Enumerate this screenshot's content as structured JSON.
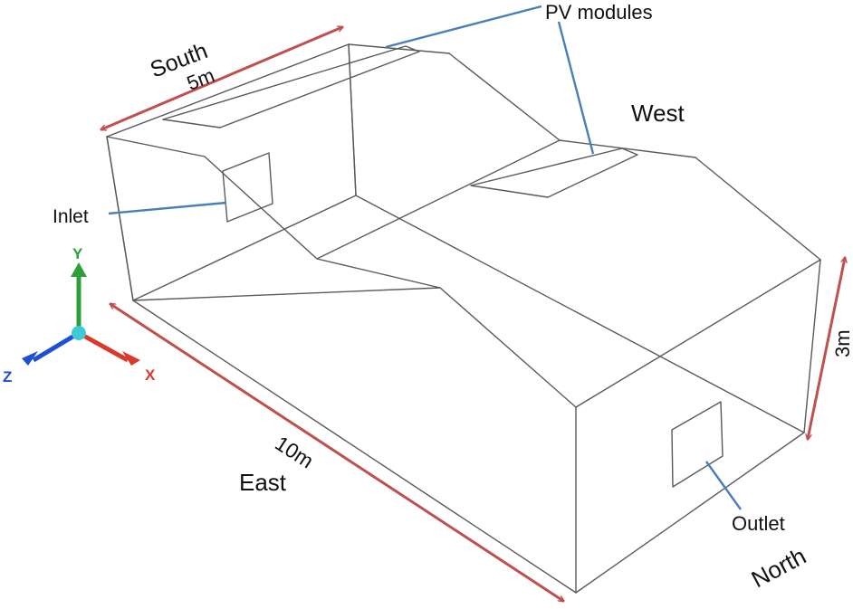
{
  "labels": {
    "pv_modules": "PV modules",
    "west": "West",
    "south": "South",
    "south_dim": "5m",
    "inlet": "Inlet",
    "height_dim": "3m",
    "length_dim": "10m",
    "east": "East",
    "outlet": "Outlet",
    "north": "North"
  },
  "axes": {
    "y": "Y",
    "x": "X",
    "z": "Z"
  },
  "colors": {
    "dimension_arrow": "#c0504d",
    "leader_line": "#4a7ebb",
    "axis_y": "#2e9e3a",
    "axis_x": "#d93a2b",
    "axis_z": "#1f4fd6",
    "axis_origin": "#3ec8d8"
  }
}
